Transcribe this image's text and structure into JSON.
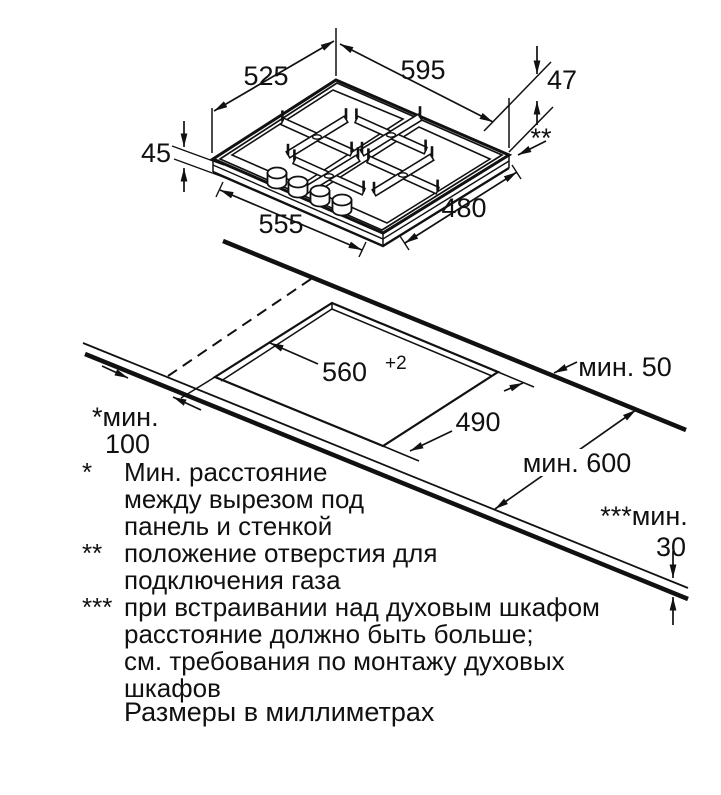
{
  "top_view": {
    "depth_top": "525",
    "width_top": "595",
    "gas_offset": "47",
    "gas_marker": "**",
    "height_side": "45",
    "width_bottom": "555",
    "depth_bottom": "480"
  },
  "cutout_view": {
    "cutout_width": "560",
    "cutout_width_tolerance": "+2",
    "cutout_depth": "490",
    "rear_wall_clearance": "мин. 50",
    "side_clearance_label": "*мин.",
    "side_clearance_value": "100",
    "worktop_depth": "мин. 600",
    "oven_clearance_label": "***мин.",
    "oven_clearance_value": "30"
  },
  "footnotes": [
    {
      "marker": "*",
      "lines": [
        "Мин. расстояние",
        "между вырезом под",
        "панель и стенкой"
      ]
    },
    {
      "marker": "**",
      "lines": [
        "положение отверстия для",
        "подключения газа"
      ]
    },
    {
      "marker": "***",
      "lines": [
        "при встраивании над духовым шкафом",
        "расстояние должно быть больше;",
        "см. требования по монтажу духовых",
        "шкафов"
      ]
    }
  ],
  "units_note": "Размеры в миллиметрах",
  "colors": {
    "ink": "#111111",
    "paper": "#ffffff"
  }
}
